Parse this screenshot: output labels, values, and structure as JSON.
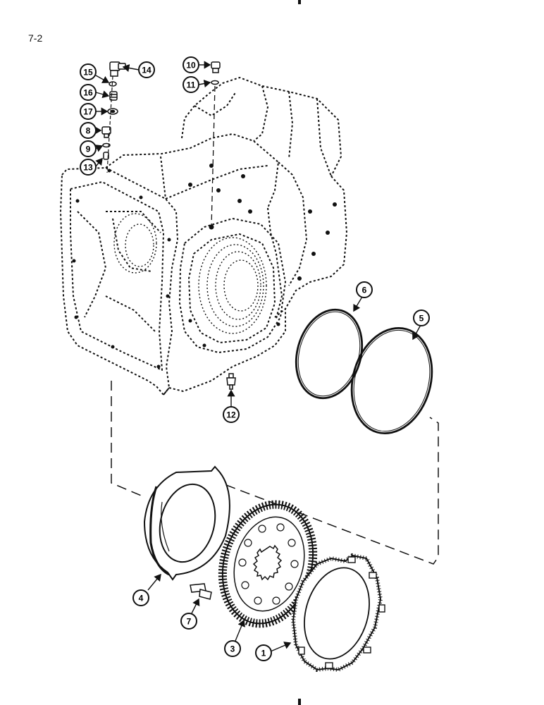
{
  "page": {
    "number": "7-2"
  },
  "callouts": [
    {
      "id": "c1",
      "label": "1"
    },
    {
      "id": "c3",
      "label": "3"
    },
    {
      "id": "c4",
      "label": "4"
    },
    {
      "id": "c5",
      "label": "5"
    },
    {
      "id": "c6",
      "label": "6"
    },
    {
      "id": "c7",
      "label": "7"
    },
    {
      "id": "c8",
      "label": "8"
    },
    {
      "id": "c9",
      "label": "9"
    },
    {
      "id": "c10",
      "label": "10"
    },
    {
      "id": "c11",
      "label": "11"
    },
    {
      "id": "c12",
      "label": "12"
    },
    {
      "id": "c13",
      "label": "13"
    },
    {
      "id": "c14",
      "label": "14"
    },
    {
      "id": "c15",
      "label": "15"
    },
    {
      "id": "c16",
      "label": "16"
    },
    {
      "id": "c17",
      "label": "17"
    }
  ]
}
